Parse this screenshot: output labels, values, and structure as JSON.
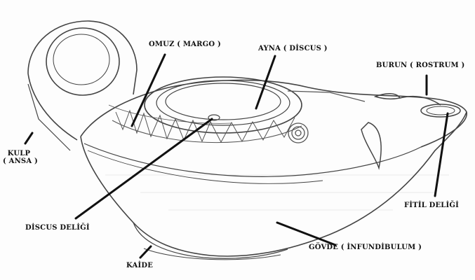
{
  "labels": {
    "omuz": "OMUZ ( MARGO )",
    "ayna": "AYNA ( DİSCUS )",
    "burun": "BURUN ( ROSTRUM )",
    "kulp_line1": "KULP",
    "kulp_line2": "( ANSA )",
    "fitil": "FİTİL DELİĞİ",
    "discus_deligi": "DİSCUS DELİĞİ",
    "govde": "GÖVDE ( İNFUNDİBULUM )",
    "kaide": "KAİDE"
  },
  "colors": {
    "ink": "#111111",
    "sketch": "#444444",
    "paper": "#fdfdfd"
  }
}
